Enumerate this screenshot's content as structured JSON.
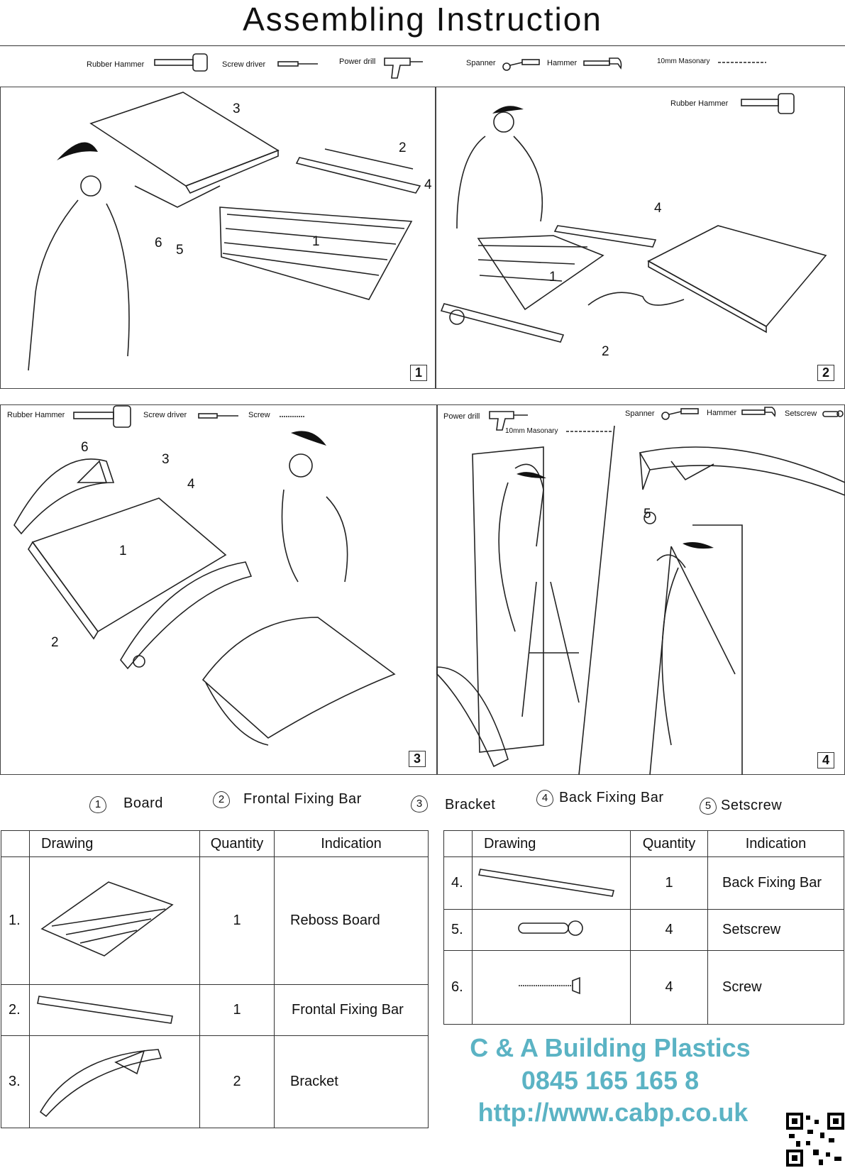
{
  "title": "Assembling Instruction",
  "tools_top": {
    "rubber_hammer": "Rubber Hammer",
    "screw_driver": "Screw driver",
    "power_drill": "Power drill",
    "spanner": "Spanner",
    "hammer": "Hammer",
    "masonry": "10mm Masonary"
  },
  "panels": [
    {
      "number": "1",
      "callouts": [
        "3",
        "2",
        "4",
        "6",
        "5",
        "1"
      ]
    },
    {
      "number": "2",
      "tool": "Rubber Hammer",
      "callouts": [
        "4",
        "1",
        "2"
      ]
    },
    {
      "number": "3",
      "tools": [
        "Rubber Hammer",
        "Screw driver",
        "Screw"
      ],
      "callouts": [
        "6",
        "3",
        "4",
        "1",
        "2"
      ]
    },
    {
      "number": "4",
      "tools": [
        "Power drill",
        "10mm Masonary",
        "Spanner",
        "Hammer",
        "Setscrew"
      ],
      "callouts": [
        "5"
      ]
    }
  ],
  "legend": [
    {
      "num": "1",
      "label": "Board"
    },
    {
      "num": "2",
      "label": "Frontal Fixing Bar"
    },
    {
      "num": "3",
      "label": "Bracket"
    },
    {
      "num": "4",
      "label": "Back Fixing Bar"
    },
    {
      "num": "5",
      "label": "Setscrew"
    }
  ],
  "table_headers": {
    "drawing": "Drawing",
    "quantity": "Quantity",
    "indication": "Indication"
  },
  "parts_left": [
    {
      "idx": "1.",
      "qty": "1",
      "name": "Reboss Board"
    },
    {
      "idx": "2.",
      "qty": "1",
      "name": "Frontal Fixing Bar"
    },
    {
      "idx": "3.",
      "qty": "2",
      "name": "Bracket"
    }
  ],
  "parts_right": [
    {
      "idx": "4.",
      "qty": "1",
      "name": "Back Fixing Bar"
    },
    {
      "idx": "5.",
      "qty": "4",
      "name": "Setscrew"
    },
    {
      "idx": "6.",
      "qty": "4",
      "name": "Screw"
    }
  ],
  "brand": {
    "company": "C & A Building Plastics",
    "phone": "0845 165 165 8",
    "url": "http://www.cabp.co.uk"
  },
  "colors": {
    "brand": "#5bb3c4",
    "line": "#222222"
  }
}
